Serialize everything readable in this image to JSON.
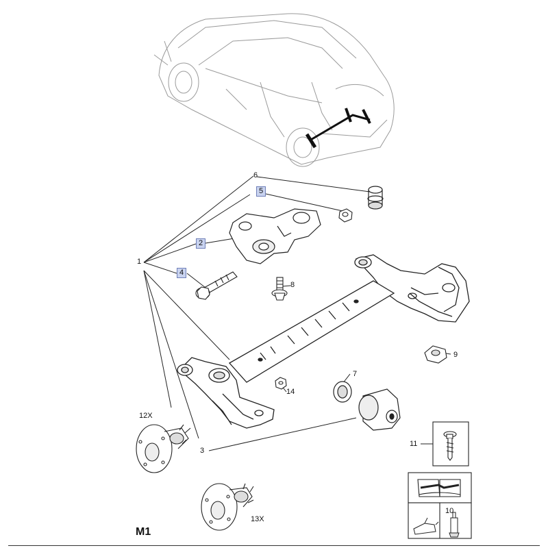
{
  "diagram": {
    "page_code": "M1",
    "callouts": [
      {
        "id": "1",
        "text": "1",
        "boxed": false
      },
      {
        "id": "2",
        "text": "2",
        "boxed": true
      },
      {
        "id": "3",
        "text": "3",
        "boxed": false
      },
      {
        "id": "4",
        "text": "4",
        "boxed": true
      },
      {
        "id": "5",
        "text": "5",
        "boxed": true
      },
      {
        "id": "6",
        "text": "6",
        "boxed": false
      },
      {
        "id": "7",
        "text": "7",
        "boxed": false
      },
      {
        "id": "8",
        "text": "8",
        "boxed": false
      },
      {
        "id": "9",
        "text": "9",
        "boxed": false
      },
      {
        "id": "10",
        "text": "10",
        "boxed": false
      },
      {
        "id": "11",
        "text": "11",
        "boxed": false
      },
      {
        "id": "12X",
        "text": "12X",
        "boxed": false
      },
      {
        "id": "13X",
        "text": "13X",
        "boxed": false
      },
      {
        "id": "14",
        "text": "14",
        "boxed": false
      }
    ],
    "colors": {
      "line": "#222222",
      "ghost_line": "#9a9a9a",
      "callout_box": "#c9d3ef"
    },
    "icons": [
      "car-outline-icon",
      "rear-axle-beam-icon",
      "bracket-icon",
      "bolt-icon",
      "nut-icon",
      "bushing-icon",
      "wheel-hub-icon",
      "manual-wrench-icon",
      "oil-can-icon",
      "grease-tube-icon"
    ]
  }
}
